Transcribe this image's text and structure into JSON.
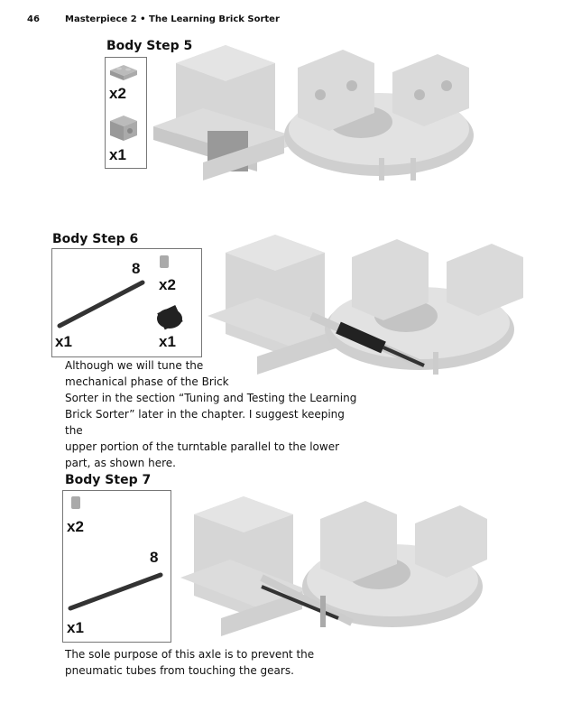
{
  "header": {
    "page_number": "46",
    "running_title": "Masterpiece 2 • The Learning Brick Sorter"
  },
  "steps": [
    {
      "title": "Body Step 5",
      "parts": [
        {
          "qty": "x2"
        },
        {
          "qty": "x1"
        }
      ]
    },
    {
      "title": "Body Step 6",
      "parts": [
        {
          "qty": "x1",
          "length": "8"
        },
        {
          "qty": "x2"
        },
        {
          "qty": "x1"
        }
      ],
      "note": [
        "Although we will tune the",
        "mechanical phase of the Brick",
        "Sorter in the section “Tuning and Testing the Learning",
        "Brick Sorter” later in the chapter. I suggest keeping the",
        "upper portion of the turntable parallel to the lower",
        "part, as shown here."
      ]
    },
    {
      "title": "Body Step 7",
      "parts": [
        {
          "qty": "x2"
        },
        {
          "qty": "x1",
          "length": "8"
        }
      ],
      "note": [
        "The sole purpose of this axle is to prevent the",
        "pneumatic tubes from touching the gears."
      ]
    }
  ]
}
